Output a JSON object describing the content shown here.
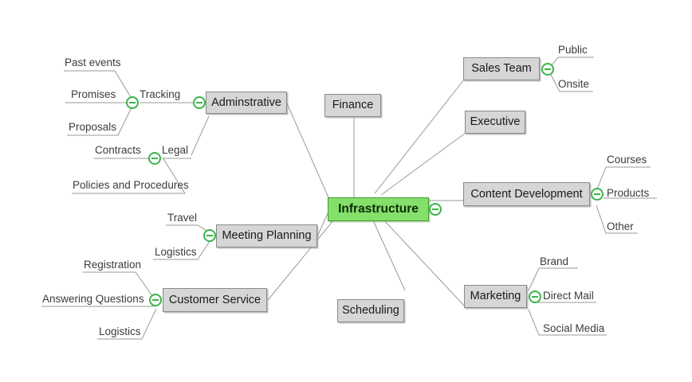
{
  "diagram": {
    "type": "mind-map",
    "background_color": "#ffffff",
    "central_node_color": "#84e06a",
    "node_color": "#d6d6d6",
    "node_border_color": "#8a8a8a",
    "connector_color": "#9a9a9a",
    "collapse_icon_color": "#3cb54a",
    "central": {
      "label": "Infrastructure",
      "collapsed": false,
      "has_collapse_toggle": true
    },
    "branches": [
      {
        "label": "Adminstrative",
        "side": "left",
        "has_collapse_toggle": true,
        "children": [
          {
            "label": "Tracking",
            "type": "text-node",
            "has_collapse_toggle": true,
            "children": [
              {
                "label": "Past events"
              },
              {
                "label": "Promises"
              },
              {
                "label": "Proposals"
              }
            ]
          },
          {
            "label": "Legal",
            "type": "text-node",
            "has_collapse_toggle": true,
            "children": [
              {
                "label": "Contracts"
              },
              {
                "label": "Policies and Procedures"
              }
            ]
          }
        ]
      },
      {
        "label": "Finance",
        "side": "top",
        "has_collapse_toggle": false,
        "children": []
      },
      {
        "label": "Sales Team",
        "side": "right",
        "has_collapse_toggle": true,
        "children": [
          {
            "label": "Public"
          },
          {
            "label": "Onsite"
          }
        ]
      },
      {
        "label": "Executive",
        "side": "right",
        "has_collapse_toggle": false,
        "children": []
      },
      {
        "label": "Content Development",
        "side": "right",
        "has_collapse_toggle": true,
        "children": [
          {
            "label": "Courses"
          },
          {
            "label": "Products"
          },
          {
            "label": "Other"
          }
        ]
      },
      {
        "label": "Marketing",
        "side": "right",
        "has_collapse_toggle": true,
        "children": [
          {
            "label": "Brand"
          },
          {
            "label": "Direct Mail"
          },
          {
            "label": "Social Media"
          }
        ]
      },
      {
        "label": "Scheduling",
        "side": "bottom",
        "has_collapse_toggle": false,
        "children": []
      },
      {
        "label": "Customer Service",
        "side": "left",
        "has_collapse_toggle": true,
        "children": [
          {
            "label": "Registration"
          },
          {
            "label": "Answering Questions"
          },
          {
            "label": "Logistics"
          }
        ]
      },
      {
        "label": "Meeting Planning",
        "side": "left",
        "has_collapse_toggle": true,
        "children": [
          {
            "label": "Travel"
          },
          {
            "label": "Logistics"
          }
        ]
      }
    ]
  },
  "nodes": {
    "central": "Infrastructure",
    "administrative": "Adminstrative",
    "tracking": "Tracking",
    "past_events": "Past events",
    "promises": "Promises",
    "proposals": "Proposals",
    "legal": "Legal",
    "contracts": "Contracts",
    "policies_and_procedures": "Policies and Procedures",
    "finance": "Finance",
    "sales_team": "Sales Team",
    "public": "Public",
    "onsite": "Onsite",
    "executive": "Executive",
    "content_development": "Content Development",
    "courses": "Courses",
    "products": "Products",
    "other": "Other",
    "marketing": "Marketing",
    "brand": "Brand",
    "direct_mail": "Direct Mail",
    "social_media": "Social Media",
    "scheduling": "Scheduling",
    "customer_service": "Customer Service",
    "registration": "Registration",
    "answering_questions": "Answering Questions",
    "cs_logistics": "Logistics",
    "meeting_planning": "Meeting Planning",
    "travel": "Travel",
    "mp_logistics": "Logistics"
  }
}
